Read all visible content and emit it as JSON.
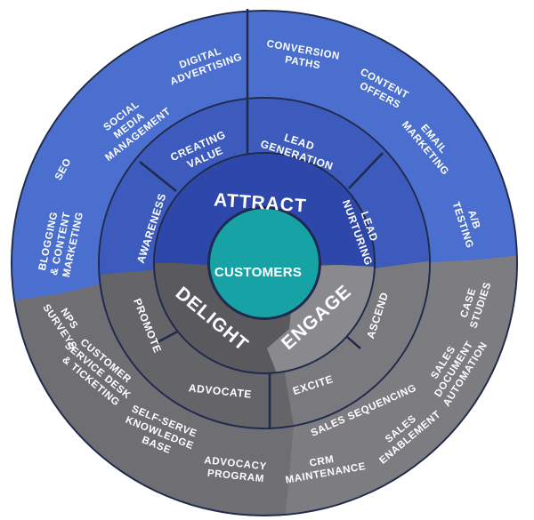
{
  "hub": {
    "label": "CUSTOMERS"
  },
  "stages": {
    "attract": "ATTRACT",
    "engage": "ENGAGE",
    "delight": "DELIGHT"
  },
  "middle_ring": {
    "creating_value": [
      "CREATING",
      "VALUE"
    ],
    "lead_generation": [
      "LEAD",
      "GENERATION"
    ],
    "lead_nurturing": [
      "LEAD",
      "NURTURING"
    ],
    "awareness": [
      "AWARENESS"
    ],
    "ascend": [
      "ASCEND"
    ],
    "excite": [
      "EXCITE"
    ],
    "advocate": [
      "ADVOCATE"
    ],
    "promote": [
      "PROMOTE"
    ]
  },
  "outer_ring": {
    "digital_advertising": [
      "DIGITAL",
      "ADVERTISING"
    ],
    "social_media": [
      "SOCIAL",
      "MEDIA",
      "MANAGEMENT"
    ],
    "seo": [
      "SEO"
    ],
    "blogging": [
      "BLOGGING",
      "& CONTENT",
      "MARKETING"
    ],
    "conversion_paths": [
      "CONVERSION",
      "PATHS"
    ],
    "content_offers": [
      "CONTENT",
      "OFFERS"
    ],
    "email_marketing": [
      "EMAIL",
      "MARKETING"
    ],
    "ab_testing": [
      "A/B",
      "TESTING"
    ],
    "case_studies": [
      "CASE",
      "STUDIES"
    ],
    "sales_document": [
      "SALES",
      "DOCUMENT",
      "AUTOMATION"
    ],
    "sales_sequencing": [
      "SALES SEQUENCING"
    ],
    "sales_enablement": [
      "SALES",
      "ENABLEMENT"
    ],
    "crm_maintenance": [
      "CRM",
      "MAINTENANCE"
    ],
    "advocacy_program": [
      "ADVOCACY",
      "PROGRAM"
    ],
    "self_serve": [
      "SELF-SERVE",
      "KNOWLEDGE",
      "BASE"
    ],
    "customer_service": [
      "CUSTOMER",
      "SERVICE DESK",
      "& TICKETING"
    ],
    "nps": [
      "NPS",
      "SURVEYS"
    ]
  },
  "colors": {
    "outer_blue": "#4a6fce",
    "mid_blue": "#3c5bbd",
    "inner_blue": "#2d48aa",
    "outer_gray": "#6f6f73",
    "mid_gray": "#656569",
    "inner_gray": "#5a5a5e",
    "light_gray": "#8a8a8e",
    "hub_teal": "#17a3a5",
    "border": "#1f2a4e"
  }
}
